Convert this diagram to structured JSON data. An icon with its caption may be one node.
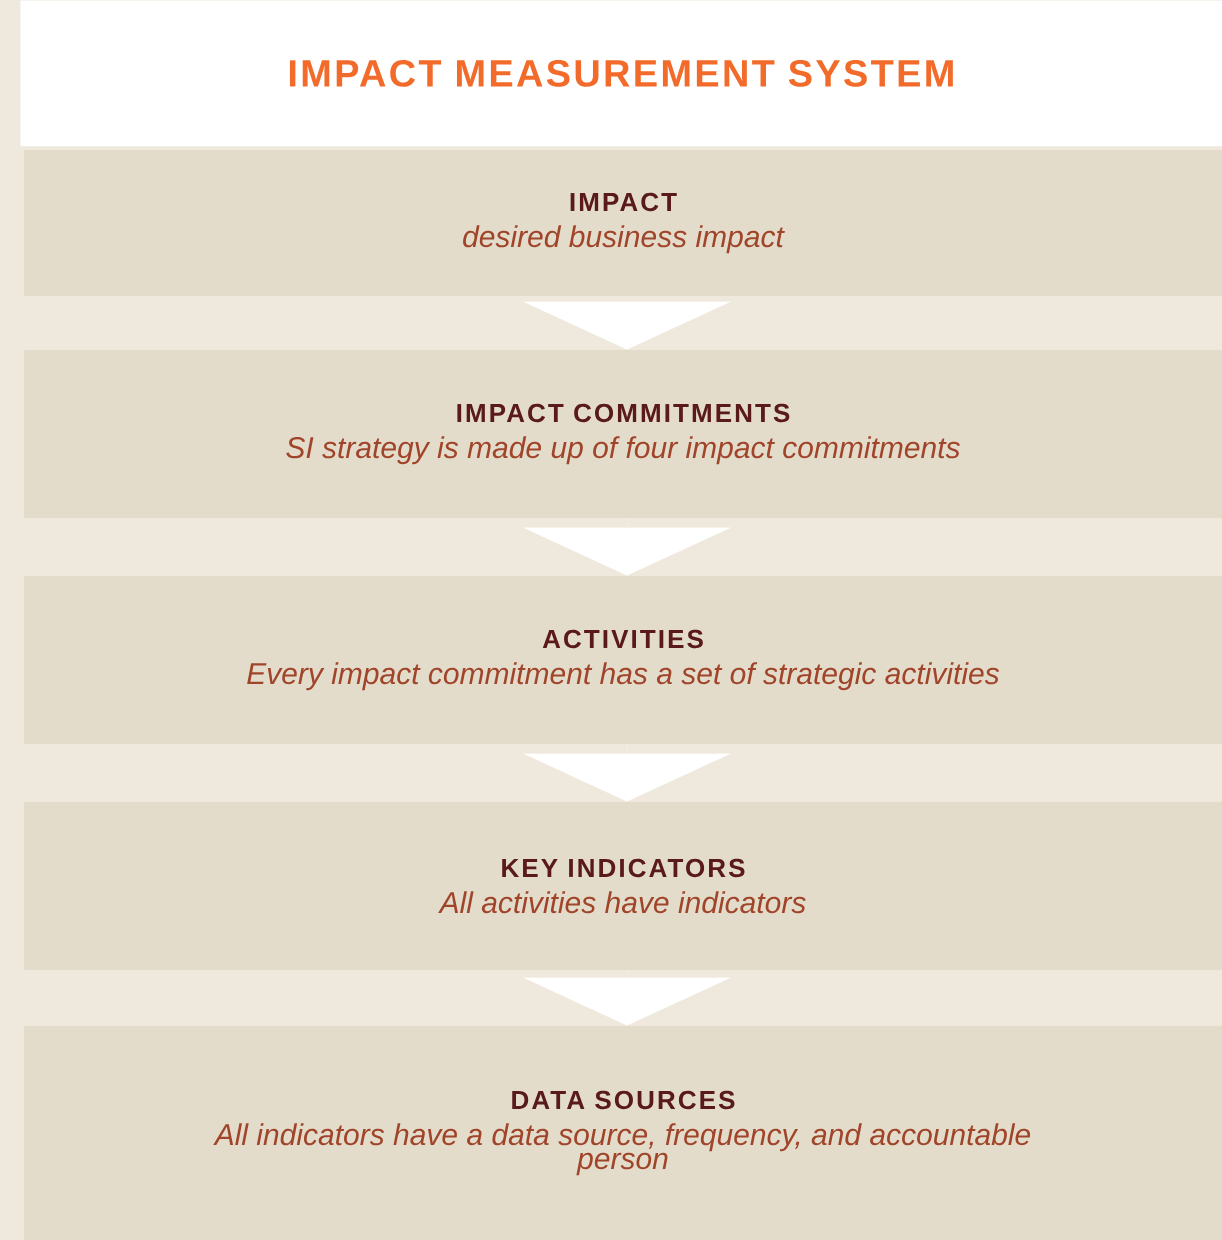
{
  "diagram": {
    "title": "IMPACT MEASUREMENT SYSTEM",
    "nodes": [
      {
        "text": [
          "IMPACT",
          "desired business impact"
        ]
      },
      {
        "text": [
          "IMPACT COMMITMENTS",
          "SI strategy is made up of four impact commitments"
        ]
      },
      {
        "text": [
          "ACTIVITIES",
          "Every impact commitment has a set of strategic activities"
        ]
      },
      {
        "text": [
          "KEY INDICATORS",
          "All activities have indicators"
        ]
      },
      {
        "text": [
          "DATA SOURCES",
          "All indicators have a data source, frequency, and accountable person"
        ]
      }
    ],
    "edges": [
      {
        "from": 0,
        "to": 1,
        "arrow": "to"
      },
      {
        "from": 1,
        "to": 2,
        "arrow": "to"
      },
      {
        "from": 2,
        "to": 3,
        "arrow": "to"
      },
      {
        "from": 3,
        "to": 4,
        "arrow": "to"
      }
    ]
  }
}
